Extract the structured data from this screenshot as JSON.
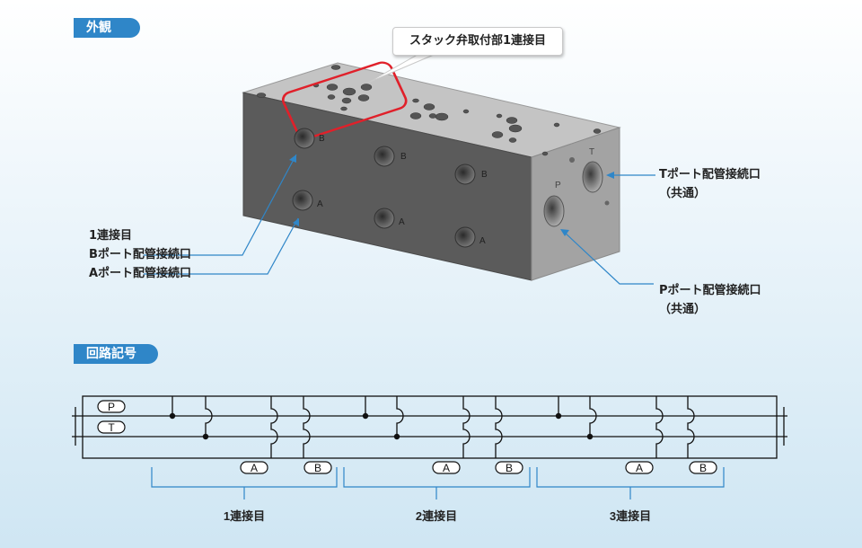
{
  "sections": {
    "exterior_tag": "外観",
    "circuit_tag": "回路記号"
  },
  "callout": "スタック弁取付部1連接目",
  "left_labels": {
    "line1": "1連接目",
    "line2": "Bポート配管接続口",
    "line3": "Aポート配管接続口"
  },
  "right_labels": {
    "t_port": "Tポート配管接続口",
    "t_common": "（共通）",
    "p_port": "Pポート配管接続口",
    "p_common": "（共通）"
  },
  "block_letters": {
    "b": "B",
    "a": "A",
    "t": "T",
    "p": "P"
  },
  "circuit": {
    "p_label": "P",
    "t_label": "T",
    "a_label": "A",
    "b_label": "B",
    "stations": [
      "1連接目",
      "2連接目",
      "3連接目"
    ]
  },
  "colors": {
    "accent_blue": "#2f86c8",
    "front_face": "#5b5b5b",
    "right_face": "#9a9a9a",
    "top_face": "#c4c4c4",
    "highlight_red": "#e0202a"
  }
}
